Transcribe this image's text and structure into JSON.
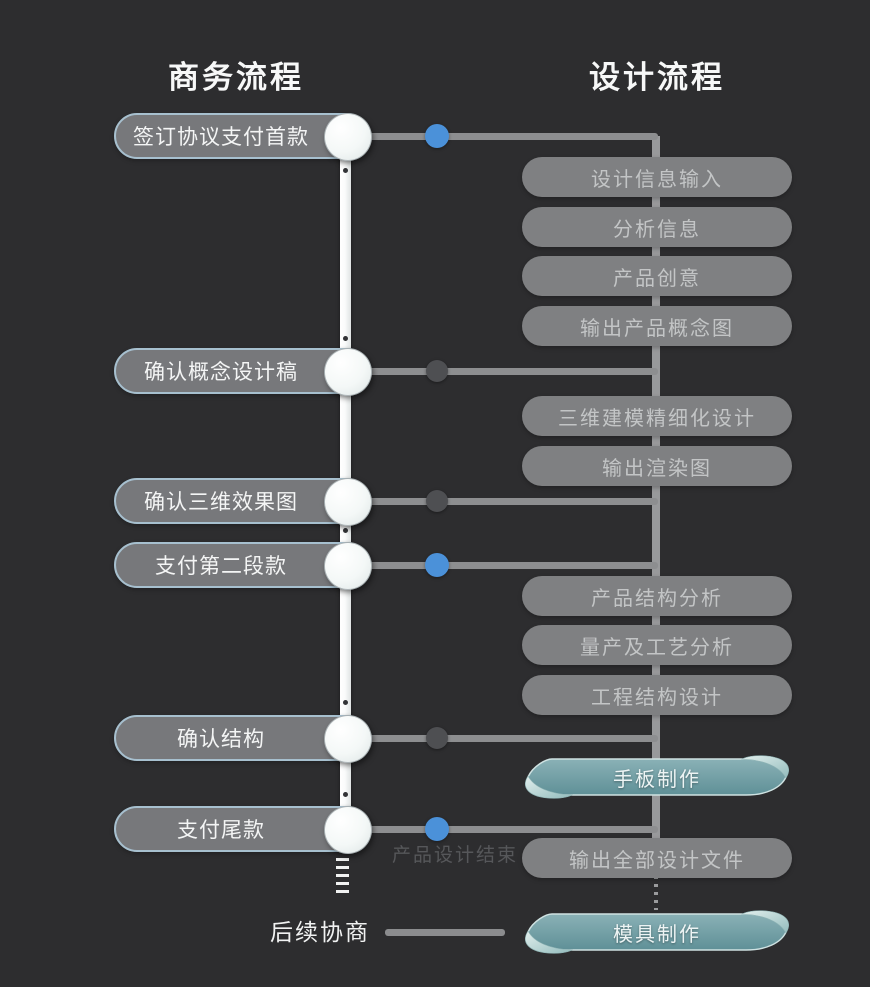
{
  "headers": {
    "left": "商务流程",
    "right": "设计流程"
  },
  "business_flow": {
    "items": [
      {
        "label": "签订协议支付首款",
        "milestone_dot": "blue"
      },
      {
        "label": "确认概念设计稿",
        "milestone_dot": "gray"
      },
      {
        "label": "确认三维效果图",
        "milestone_dot": "gray"
      },
      {
        "label": "支付第二段款",
        "milestone_dot": "blue"
      },
      {
        "label": "确认结构",
        "milestone_dot": "gray"
      },
      {
        "label": "支付尾款",
        "milestone_dot": "blue"
      }
    ]
  },
  "design_flow": {
    "items": [
      {
        "label": "设计信息输入",
        "style": "gray"
      },
      {
        "label": "分析信息",
        "style": "gray"
      },
      {
        "label": "产品创意",
        "style": "gray"
      },
      {
        "label": "输出产品概念图",
        "style": "gray"
      },
      {
        "label": "三维建模精细化设计",
        "style": "gray"
      },
      {
        "label": "输出渲染图",
        "style": "gray"
      },
      {
        "label": "产品结构分析",
        "style": "gray"
      },
      {
        "label": "量产及工艺分析",
        "style": "gray"
      },
      {
        "label": "工程结构设计",
        "style": "gray"
      },
      {
        "label": "手板制作",
        "style": "teal-banner"
      },
      {
        "label": "输出全部设计文件",
        "style": "gray"
      },
      {
        "label": "模具制作",
        "style": "teal-banner"
      }
    ]
  },
  "annotations": {
    "design_end": "产品设计结束",
    "follow_up": "后续协商"
  },
  "colors": {
    "background": "#2d2d2f",
    "business_pill_fill": "#77787b",
    "business_pill_border": "#a7c0cf",
    "design_pill_fill": "#7f8082",
    "design_pill_text": "#c3c5c6",
    "banner_teal": "#74a4aa",
    "banner_curl": "#d9eae9",
    "milestone_blue": "#4b91d9",
    "milestone_gray": "#4e4f52",
    "connector_gray": "#8d8e90",
    "timeline_white": "#fafbfb"
  }
}
